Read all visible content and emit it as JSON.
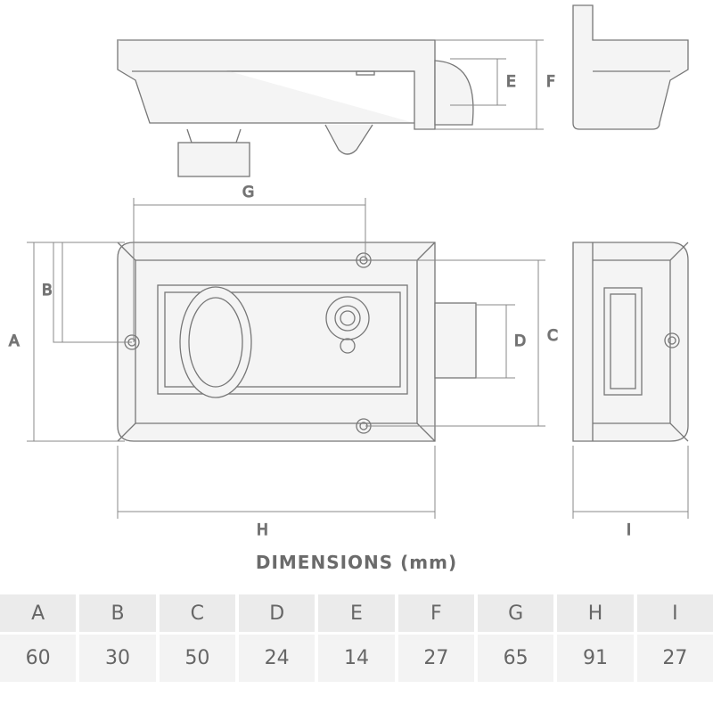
{
  "labels": {
    "A": "A",
    "B": "B",
    "C": "C",
    "D": "D",
    "E": "E",
    "F": "F",
    "G": "G",
    "H": "H",
    "I": "I"
  },
  "title": "DIMENSIONS (mm)",
  "table": {
    "headers": [
      "A",
      "B",
      "C",
      "D",
      "E",
      "F",
      "G",
      "H",
      "I"
    ],
    "values": [
      "60",
      "30",
      "50",
      "24",
      "14",
      "27",
      "65",
      "91",
      "27"
    ]
  }
}
